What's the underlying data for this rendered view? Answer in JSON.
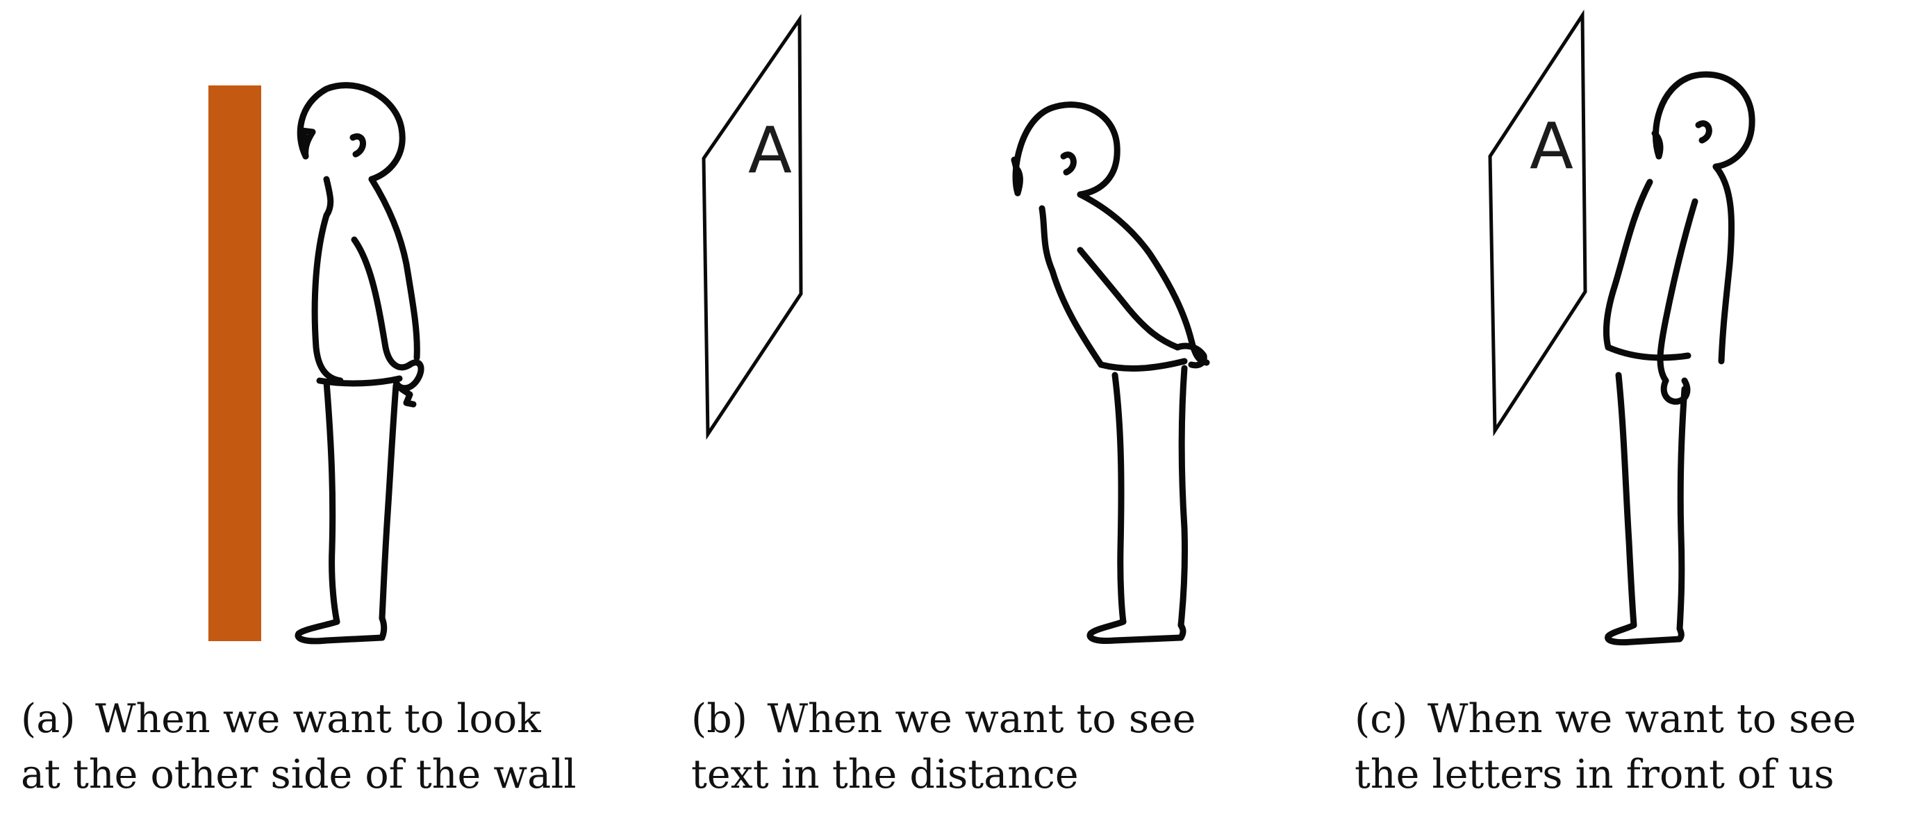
{
  "panels": [
    {
      "label": "(a)",
      "caption_line1": "When we want to look",
      "caption_line2": "at the other side of the wall"
    },
    {
      "label": "(b)",
      "caption_line1": "When we want to see",
      "caption_line2": "text in the distance",
      "sign_letter": "A"
    },
    {
      "label": "(c)",
      "caption_line1": "When we want to see",
      "caption_line2": "the letters in front of us",
      "sign_letter": "A"
    }
  ],
  "colors": {
    "wall": "#c45a12",
    "outline": "#0a0a0a",
    "text": "#111111"
  }
}
